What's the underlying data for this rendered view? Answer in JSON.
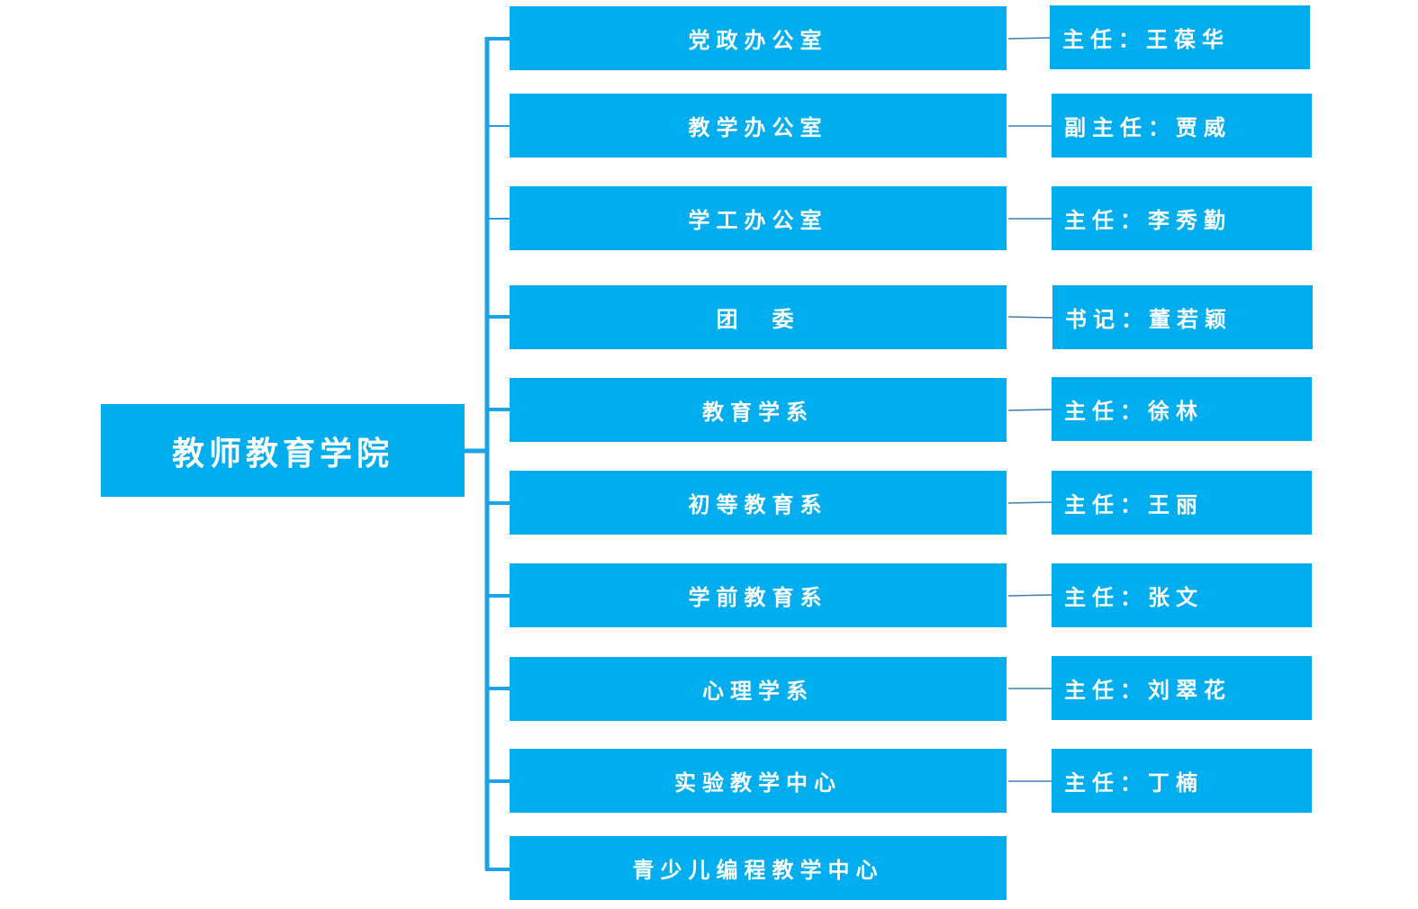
{
  "diagram": {
    "root": "教师教育学院",
    "departments": [
      {
        "name": "党政办公室",
        "head": "主任：王葆华"
      },
      {
        "name": "教学办公室",
        "head": "副主任：贾威"
      },
      {
        "name": "学工办公室",
        "head": "主任：李秀勤"
      },
      {
        "name": "团　委",
        "head": "书记：董若颖"
      },
      {
        "name": "教育学系",
        "head": "主任：徐林"
      },
      {
        "name": "初等教育系",
        "head": "主任：王丽"
      },
      {
        "name": "学前教育系",
        "head": "主任：张文"
      },
      {
        "name": "心理学系",
        "head": "主任：刘翠花"
      },
      {
        "name": "实验教学中心",
        "head": "主任：丁楠"
      },
      {
        "name": "青少儿编程教学中心"
      }
    ]
  },
  "colors": {
    "box_fill": "#00aeef",
    "box_text": "#ffffff",
    "trunk": "#1aa3e8",
    "connector": "#3d7fb0"
  }
}
